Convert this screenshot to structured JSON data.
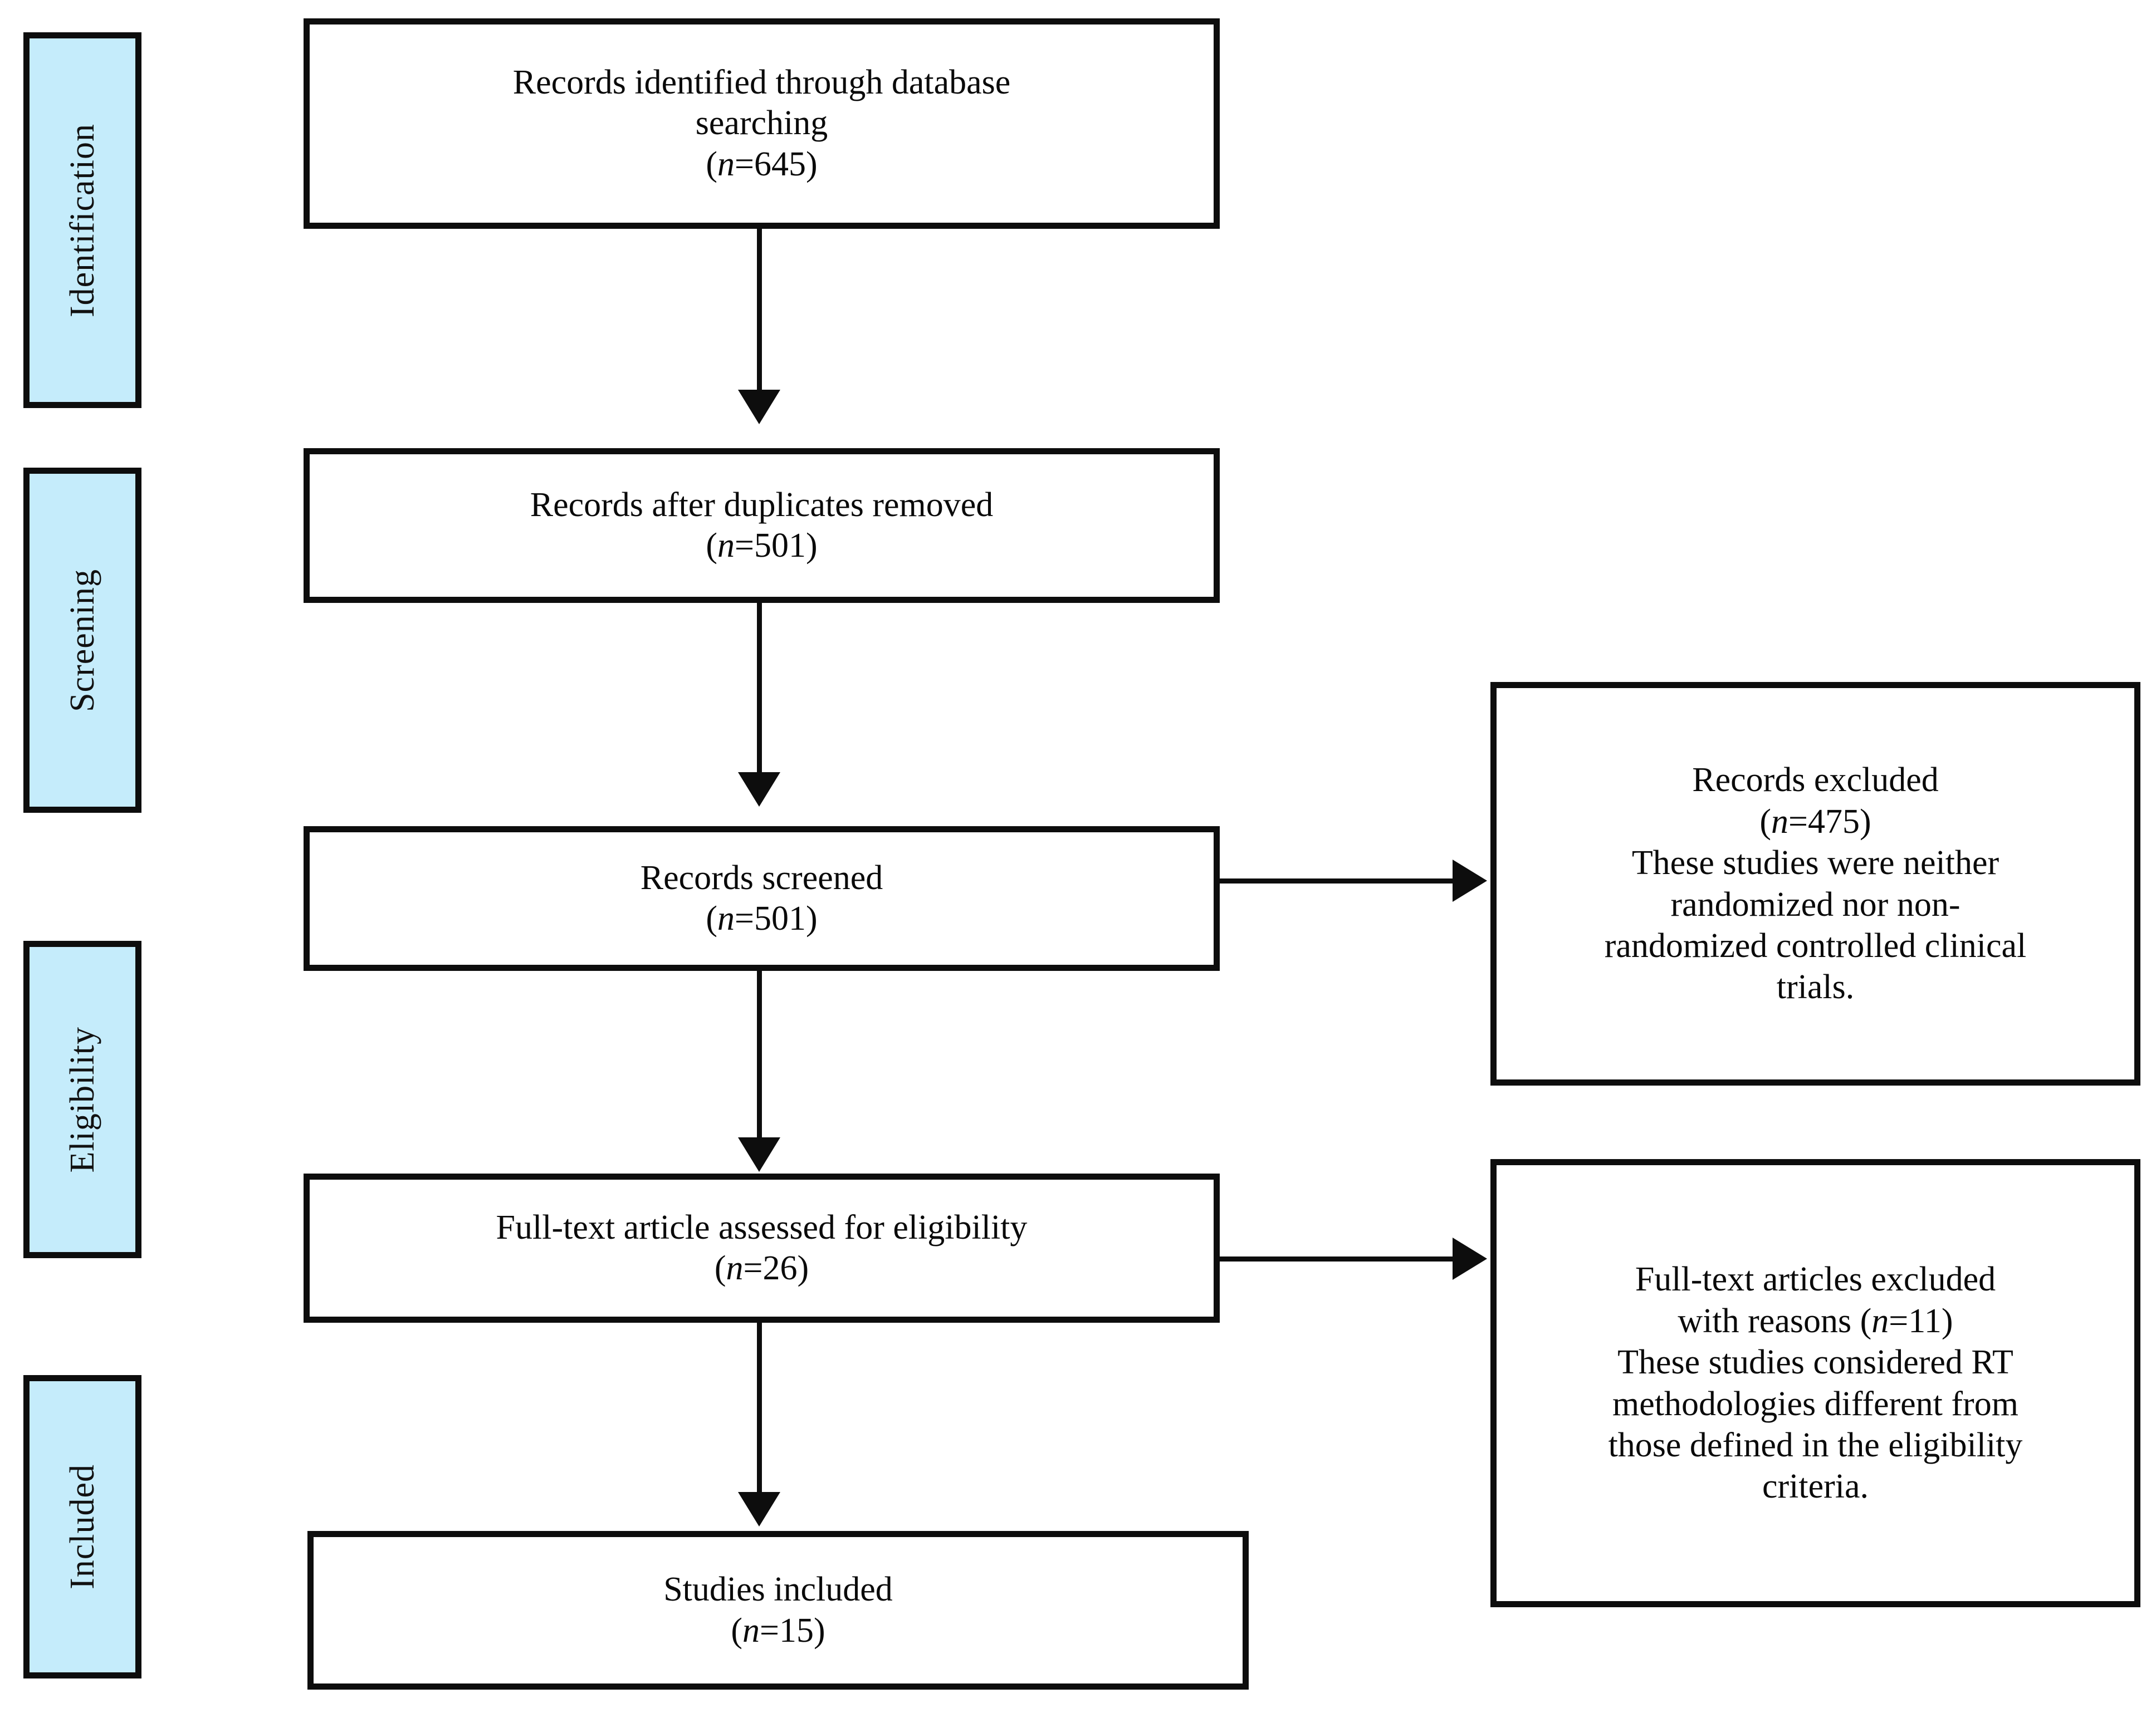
{
  "diagram": {
    "title": "PRISMA flow diagram",
    "colors": {
      "stage_label_fill": "#c5ecfb",
      "border": "#0d0d0d",
      "box_fill": "#ffffff",
      "text": "#0a0a0a"
    }
  },
  "stages": [
    {
      "id": "identification",
      "label": "Identification"
    },
    {
      "id": "screening",
      "label": "Screening"
    },
    {
      "id": "eligibility",
      "label": "Eligibility"
    },
    {
      "id": "included",
      "label": "Included"
    }
  ],
  "boxes": {
    "identified": {
      "line1": "Records identified through database",
      "line2": "searching",
      "n_prefix": "(",
      "n_symbol": "n",
      "n_value": "=645)"
    },
    "duplicates_removed": {
      "line1": "Records after duplicates removed",
      "n_prefix": "(",
      "n_symbol": "n",
      "n_value": "=501)"
    },
    "screened": {
      "line1": "Records screened",
      "n_prefix": "(",
      "n_symbol": "n",
      "n_value": "=501)"
    },
    "records_excluded": {
      "line1": "Records excluded",
      "n_prefix": "(",
      "n_symbol": "n",
      "n_value": "=475)",
      "line3": "These studies were neither",
      "line4": "randomized nor non-",
      "line5": "randomized controlled clinical",
      "line6": "trials."
    },
    "fulltext_assessed": {
      "line1": "Full-text article assessed for eligibility",
      "n_prefix": "(",
      "n_symbol": "n",
      "n_value": "=26)"
    },
    "fulltext_excluded": {
      "line1": "Full-text articles excluded",
      "line2_pre": "with reasons (",
      "n_symbol": "n",
      "line2_post": "=11)",
      "line3": "These studies considered RT",
      "line4": "methodologies different from",
      "line5": "those defined in the eligibility",
      "line6": "criteria."
    },
    "studies_included": {
      "line1": "Studies included",
      "n_prefix": "(",
      "n_symbol": "n",
      "n_value": "=15)"
    }
  }
}
